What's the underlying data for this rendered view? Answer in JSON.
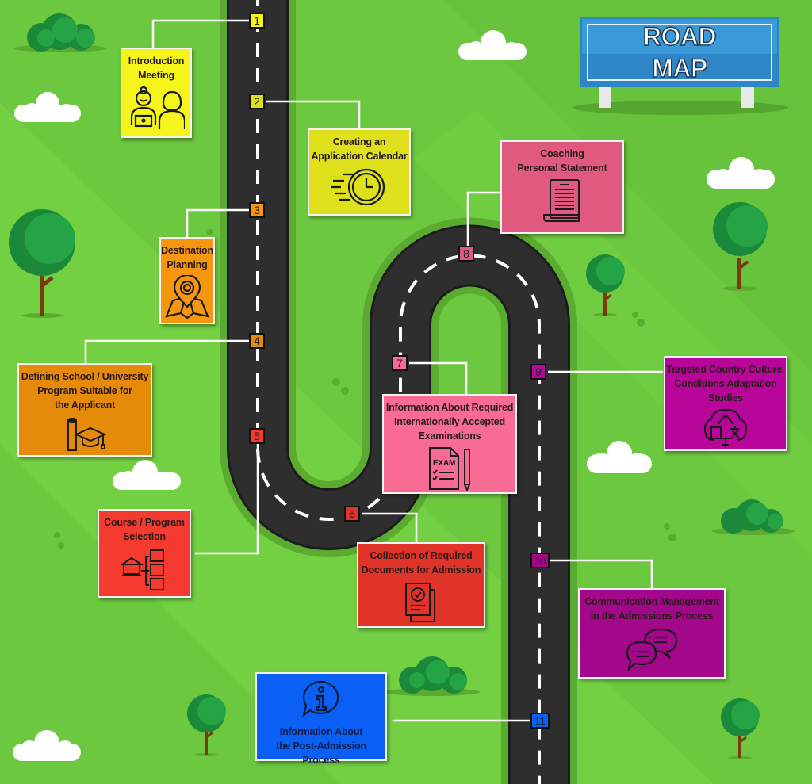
{
  "title_sign": {
    "line1": "ROAD",
    "line2": "MAP",
    "color": "#3a9ad9"
  },
  "colors": {
    "grass": "#6cc83e",
    "grass_light": "#74d043",
    "road": "#2e2e2e",
    "road_edge": "#5aab30",
    "dash": "#ffffff",
    "tree_dark": "#1a8a3a",
    "tree_light": "#24a444",
    "trunk": "#7a3b12"
  },
  "steps": [
    {
      "number": "1",
      "title": "Introduction\nMeeting",
      "color": "#f5f51c",
      "icon": "meeting-people-icon"
    },
    {
      "number": "2",
      "title": "Creating an\nApplication Calendar",
      "color": "#dde01a",
      "icon": "fast-clock-icon"
    },
    {
      "number": "3",
      "title": "Destination\nPlanning",
      "color": "#f7960f",
      "icon": "map-pin-icon"
    },
    {
      "number": "4",
      "title": "Defining School / University\nProgram Suitable for\nthe Applicant",
      "color": "#e68a0a",
      "icon": "graduation-cap-diploma-icon"
    },
    {
      "number": "5",
      "title": "Course / Program\nSelection",
      "color": "#f53b2f",
      "icon": "institution-hierarchy-icon"
    },
    {
      "number": "6",
      "title": "Collection of Required\nDocuments for Admission",
      "color": "#e0342a",
      "icon": "approved-documents-icon"
    },
    {
      "number": "7",
      "title": "Information About Required\nInternationally Accepted\nExaminations",
      "color": "#f76b95",
      "icon": "exam-paper-icon"
    },
    {
      "number": "8",
      "title": "Coaching\nPersonal Statement",
      "color": "#e05a80",
      "icon": "statement-scroll-icon"
    },
    {
      "number": "9",
      "title": "Targeted Country Culture,\nConditions Adaptation\nStudies",
      "color": "#b8069a",
      "icon": "culture-tree-icon"
    },
    {
      "number": "10",
      "title": "Communication Management\nin the Admissions Process",
      "color": "#a4088a",
      "icon": "chat-bubbles-icon"
    },
    {
      "number": "11",
      "title": "Information About\nthe Post-Admission Process",
      "color": "#0a5ff5",
      "icon": "info-bubble-icon"
    }
  ]
}
